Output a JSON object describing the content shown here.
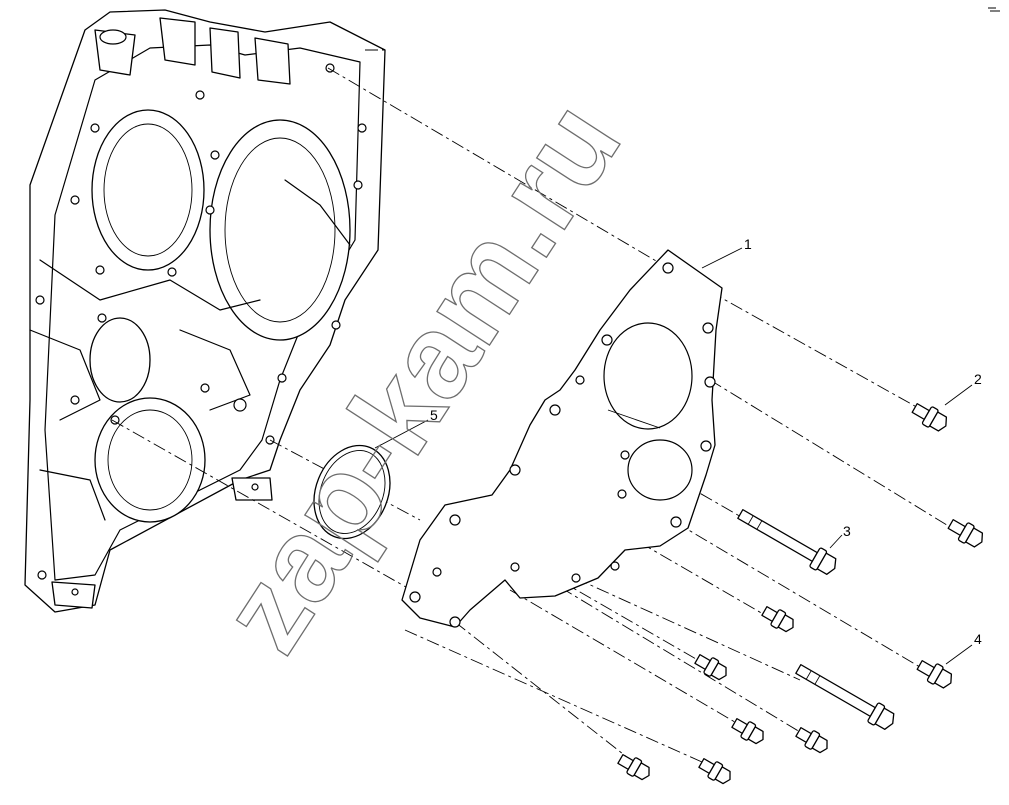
{
  "watermark": {
    "text": "zap-kam.ru",
    "color": "#6d6d6d"
  },
  "callouts": [
    {
      "id": "1",
      "label": "1",
      "part": "gasket"
    },
    {
      "id": "2",
      "label": "2",
      "part": "flange-bolt"
    },
    {
      "id": "3",
      "label": "3",
      "part": "long-bolt"
    },
    {
      "id": "4",
      "label": "4",
      "part": "flange-bolt"
    },
    {
      "id": "5",
      "label": "5",
      "part": "o-ring"
    }
  ],
  "colors": {
    "line": "#000000",
    "background": "#ffffff"
  }
}
